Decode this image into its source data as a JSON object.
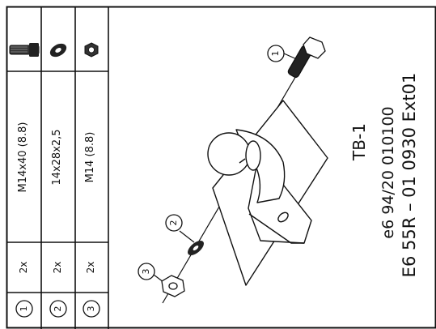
{
  "parts_table": {
    "rows": [
      {
        "item": "1",
        "qty": "2x",
        "spec": "M14x40 (8.8)",
        "icon": "bolt-icon"
      },
      {
        "item": "2",
        "qty": "2x",
        "spec": "14x28x2,5",
        "icon": "washer-icon"
      },
      {
        "item": "3",
        "qty": "2x",
        "spec": "M14 (8.8)",
        "icon": "nut-icon"
      }
    ]
  },
  "callouts": [
    "1",
    "2",
    "3"
  ],
  "title_block": {
    "code": "TB-1",
    "approval_1": "e6 94/20 010100",
    "approval_2": "E6 55R – 01 0930 Ext01"
  }
}
